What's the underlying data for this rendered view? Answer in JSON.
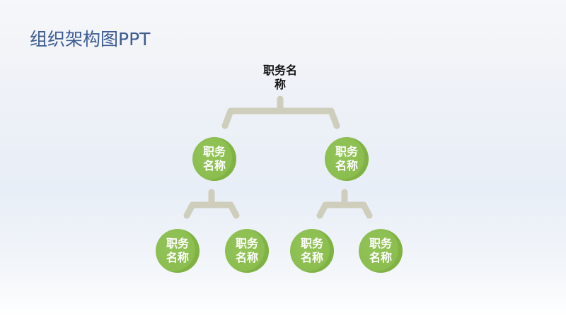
{
  "slide": {
    "title": "组织架构图PPT",
    "colors": {
      "title": "#3b5b93",
      "node_fill": "#8bbd4f",
      "connector": "#cfcdbb",
      "node_text": "#ffffff"
    }
  },
  "chart": {
    "root": {
      "line1": "职务名",
      "line2": "称"
    },
    "level2": [
      {
        "line1": "职务",
        "line2": "名称"
      },
      {
        "line1": "职务",
        "line2": "名称"
      }
    ],
    "level3": [
      {
        "line1": "职务",
        "line2": "名称"
      },
      {
        "line1": "职务",
        "line2": "名称"
      },
      {
        "line1": "职务",
        "line2": "名称"
      },
      {
        "line1": "职务",
        "line2": "名称"
      }
    ]
  }
}
